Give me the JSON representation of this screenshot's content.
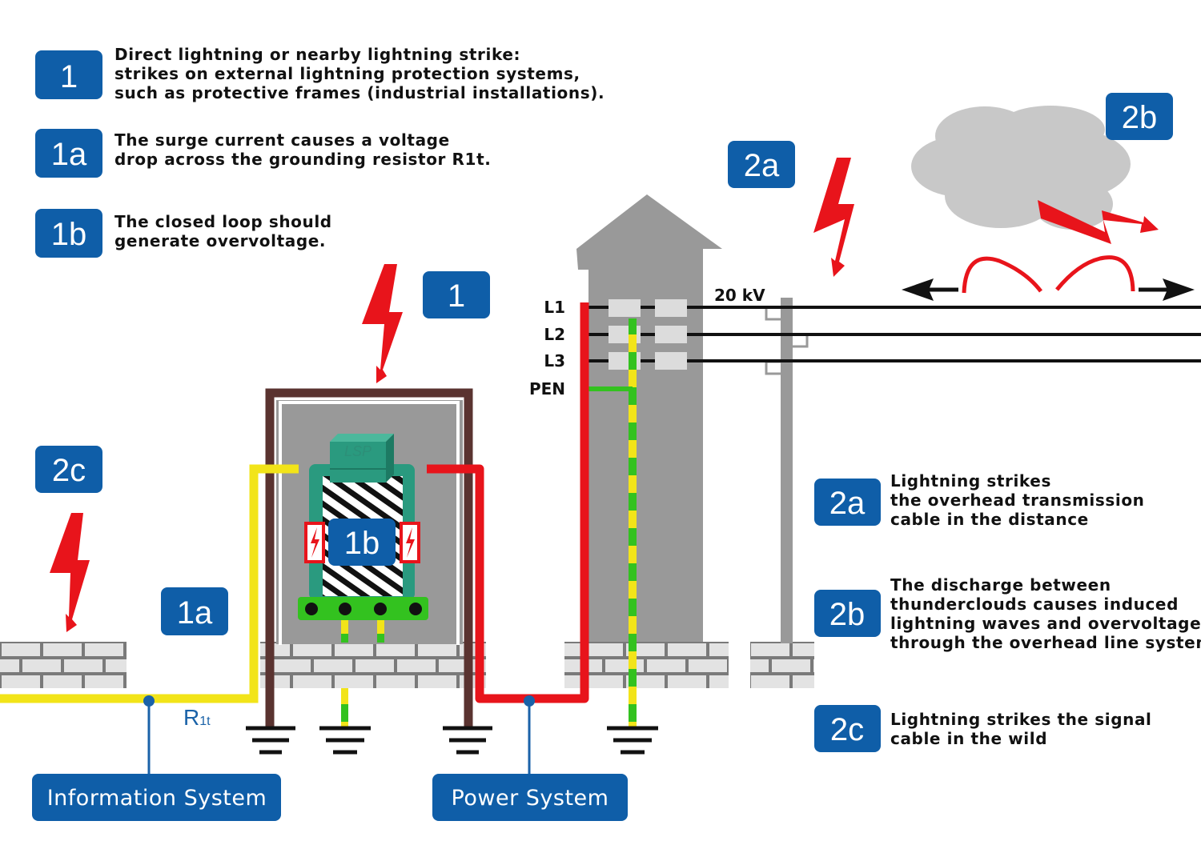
{
  "colors": {
    "badge": "#0f5ea8",
    "lightning": "#e8141b",
    "live": "#e8141b",
    "signal": "#f2e419",
    "earth_green": "#33c21f",
    "building": "#999999",
    "frame": "#5a3330",
    "device": "#2a9a7f"
  },
  "legend": [
    {
      "tag": "1",
      "lines": [
        "Direct lightning or nearby lightning strike:",
        "strikes on external lightning protection systems,",
        "such as protective frames (industrial installations)."
      ]
    },
    {
      "tag": "1a",
      "lines": [
        "The surge current causes a voltage",
        "drop across the grounding resistor R1t."
      ]
    },
    {
      "tag": "1b",
      "lines": [
        "The closed loop should",
        "generate overvoltage."
      ]
    },
    {
      "tag": "2a",
      "lines": [
        "Lightning strikes",
        "the overhead transmission",
        "cable in the distance"
      ]
    },
    {
      "tag": "2b",
      "lines": [
        "The discharge between",
        "thunderclouds causes induced",
        "lightning waves and overvoltage",
        "through the overhead line system."
      ]
    },
    {
      "tag": "2c",
      "lines": [
        "Lightning strikes the signal",
        "cable in the wild"
      ]
    }
  ],
  "diagram_tags": {
    "t1": "1",
    "t1a": "1a",
    "t1b": "1b",
    "t2a": "2a",
    "t2b": "2b",
    "t2c": "2c"
  },
  "phases": [
    "L1",
    "L2",
    "L3",
    "PEN"
  ],
  "voltage_label": "20 kV",
  "resistor": {
    "main": "R",
    "sub": "1t"
  },
  "device_label": "LSP",
  "systems": {
    "information": "Information System",
    "power": "Power System"
  }
}
